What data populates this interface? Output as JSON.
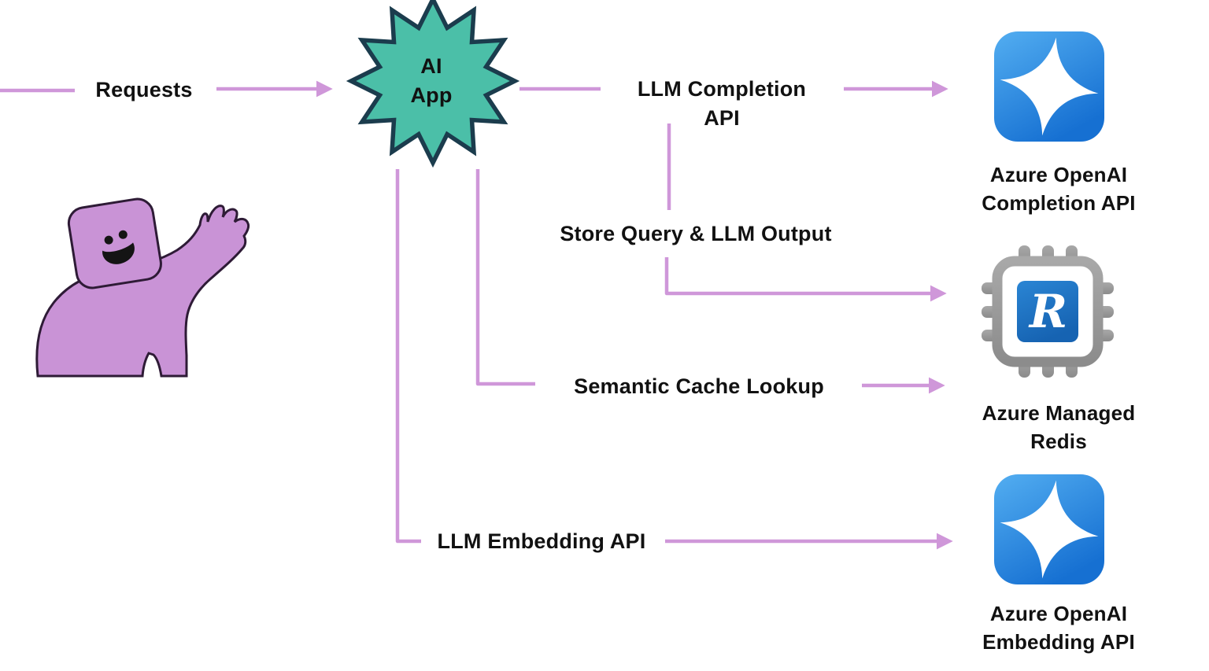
{
  "colors": {
    "arrow": "#CF97D9",
    "star_fill": "#4BBFA8",
    "star_stroke": "#1B3C4D",
    "person_fill": "#C993D6",
    "person_stroke": "#2E1B36",
    "azure_blue_light": "#53AEF1",
    "azure_blue_dark": "#1670D2",
    "redis_blue_light": "#2A85D4",
    "redis_blue_dark": "#1663B2",
    "chip_gray": "#999999",
    "text": "#111111"
  },
  "flows": {
    "requests": "Requests",
    "llm_completion_api": "LLM Completion API",
    "store_query_llm_output": "Store Query & LLM Output",
    "semantic_cache_lookup": "Semantic Cache Lookup",
    "llm_embedding_api": "LLM Embedding API"
  },
  "nodes": {
    "ai_app": "AI App",
    "azure_openai_completion": "Azure OpenAI Completion API",
    "azure_managed_redis": "Azure Managed Redis",
    "azure_openai_embedding": "Azure OpenAI Embedding API"
  },
  "icons": {
    "redis_letter": "R"
  }
}
